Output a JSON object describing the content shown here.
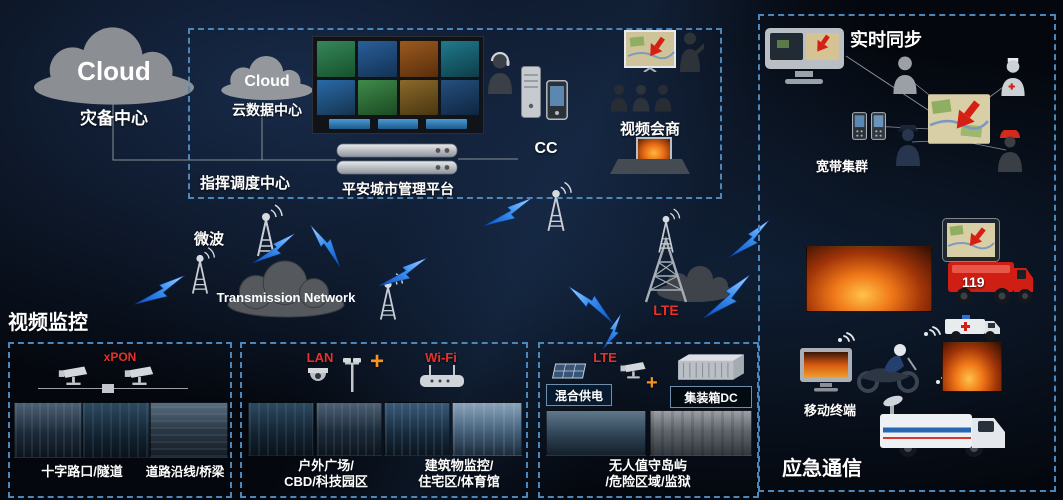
{
  "colors": {
    "accent_red": "#e8312a",
    "accent_orange": "#f7931e",
    "bolt_blue": "#2f86e8",
    "border_dash": "#4d86b8"
  },
  "clouds": {
    "disaster": {
      "label": "Cloud",
      "caption": "灾备中心"
    },
    "cloud_dc": {
      "label": "Cloud",
      "caption": "云数据中心"
    },
    "transmission": {
      "label": "Transmission Network"
    }
  },
  "command_center": {
    "title": "指挥调度中心",
    "platform": "平安城市管理平台",
    "cc": "CC",
    "video_conf": "视频会商"
  },
  "network": {
    "microwave": "微波",
    "lte": "LTE"
  },
  "right_panel": {
    "realtime_sync": "实时同步",
    "broadband_trunking": "宽带集群",
    "fire_number": "119",
    "mobile_terminal": "移动终端",
    "emergency_comm": "应急通信"
  },
  "surveillance": {
    "title": "视频监控",
    "xpon": "xPON",
    "caption_intersection": "十字路口/隧道",
    "caption_road": "道路沿线/桥梁"
  },
  "lan_wifi": {
    "lan": "LAN",
    "plus": "+",
    "wifi": "Wi-Fi",
    "caption_plaza_l1": "户外广场/",
    "caption_plaza_l2": "CBD/科技园区",
    "caption_building_l1": "建筑物监控/",
    "caption_building_l2": "住宅区/体育馆"
  },
  "lte_site": {
    "lte": "LTE",
    "hybrid_power": "混合供电",
    "plus": "+",
    "container_dc": "集装箱DC",
    "caption_l1": "无人值守岛屿",
    "caption_l2": "/危险区域/监狱"
  }
}
